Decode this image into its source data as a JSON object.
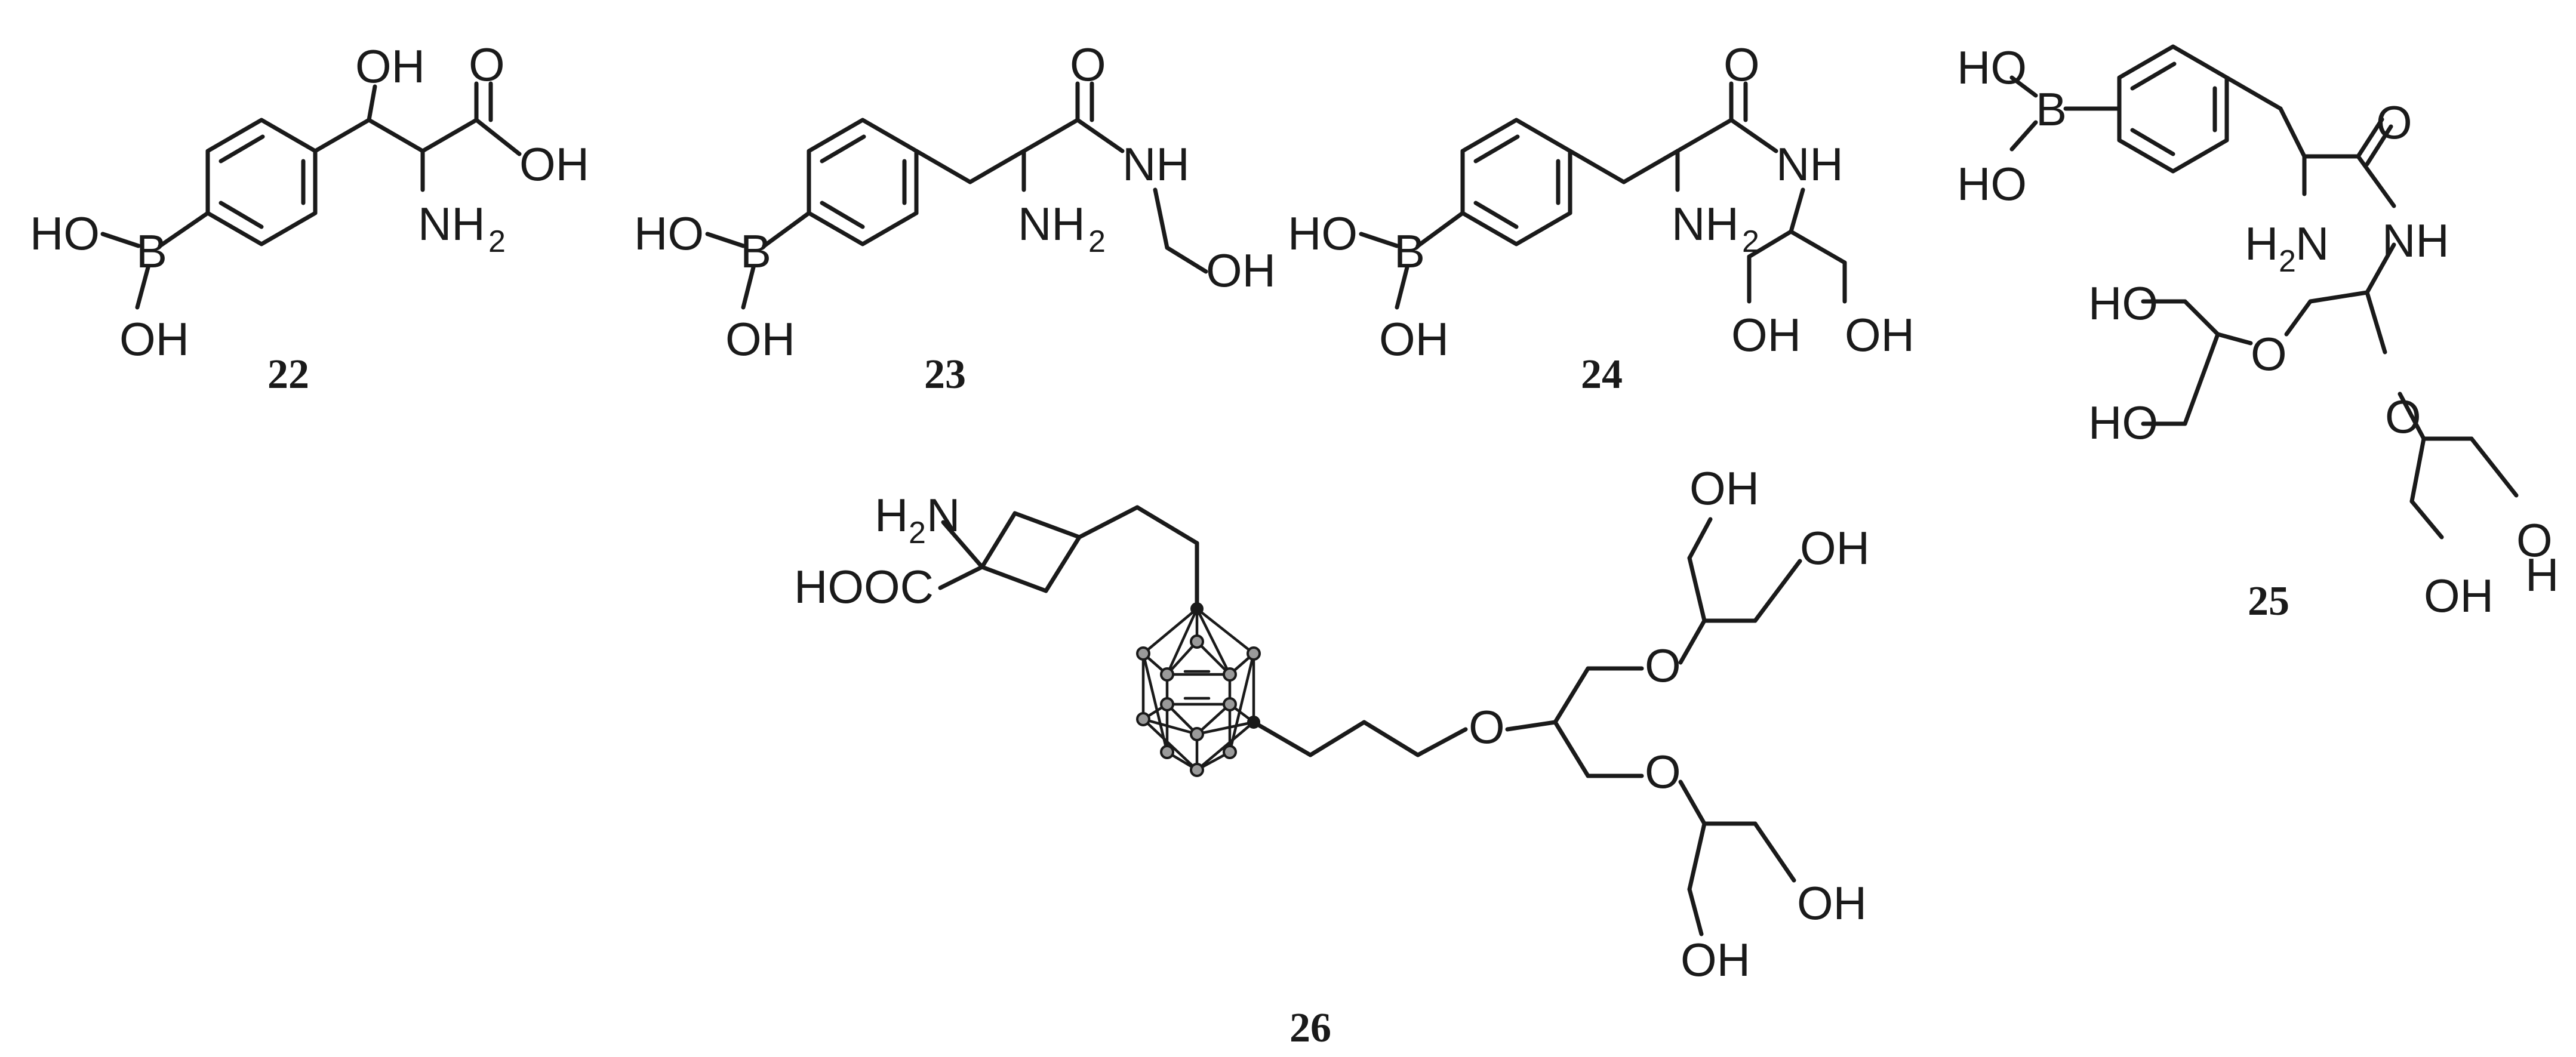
{
  "atoms": {
    "oh": "OH",
    "ho": "HO",
    "o": "O",
    "b": "B",
    "nh": "NH",
    "nh2": "NH",
    "h2n": "H",
    "h": "H",
    "n": "N",
    "two": "2",
    "hooc": "HOOC",
    "oh_ring": "O"
  },
  "compounds": [
    {
      "number": "22"
    },
    {
      "number": "23"
    },
    {
      "number": "24"
    },
    {
      "number": "25"
    },
    {
      "number": "26"
    }
  ]
}
